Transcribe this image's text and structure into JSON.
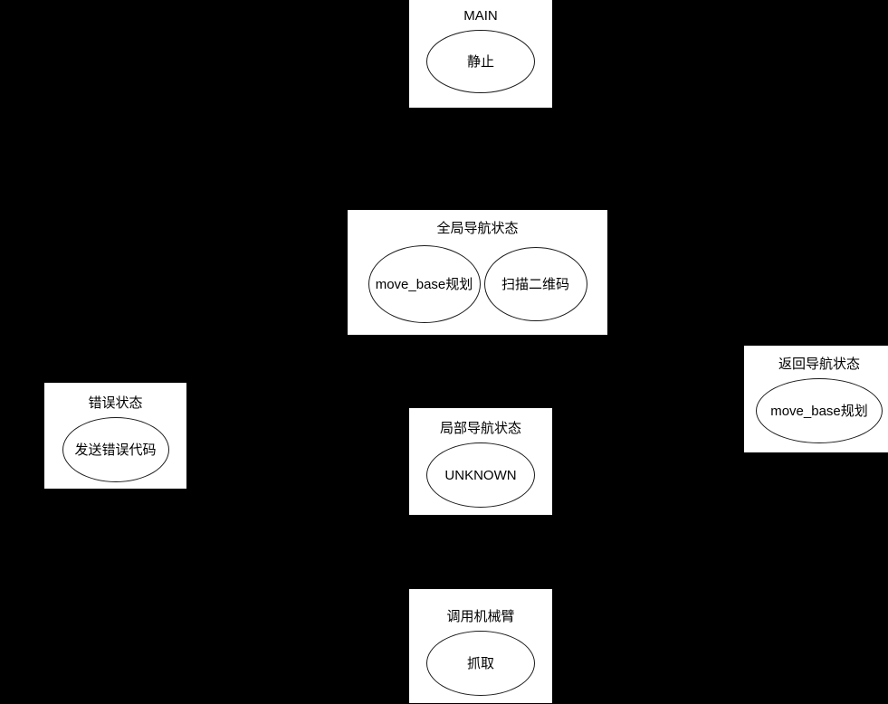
{
  "diagram": {
    "background_color": "#000000",
    "box_fill_color": "#ffffff",
    "stroke_color": "#000000",
    "boxes": [
      {
        "id": "main",
        "title": "MAIN",
        "states": [
          {
            "label": "静止"
          }
        ]
      },
      {
        "id": "global-navigation",
        "title": "全局导航状态",
        "states": [
          {
            "label": "move_base规划"
          },
          {
            "label": "扫描二维码"
          }
        ]
      },
      {
        "id": "return-navigation",
        "title": "返回导航状态",
        "states": [
          {
            "label": "move_base规划"
          }
        ]
      },
      {
        "id": "error",
        "title": "错误状态",
        "states": [
          {
            "label": "发送错误代码"
          }
        ]
      },
      {
        "id": "local-navigation",
        "title": "局部导航状态",
        "states": [
          {
            "label": "UNKNOWN"
          }
        ]
      },
      {
        "id": "robot-arm",
        "title": "调用机械臂",
        "states": [
          {
            "label": "抓取"
          }
        ]
      }
    ]
  }
}
